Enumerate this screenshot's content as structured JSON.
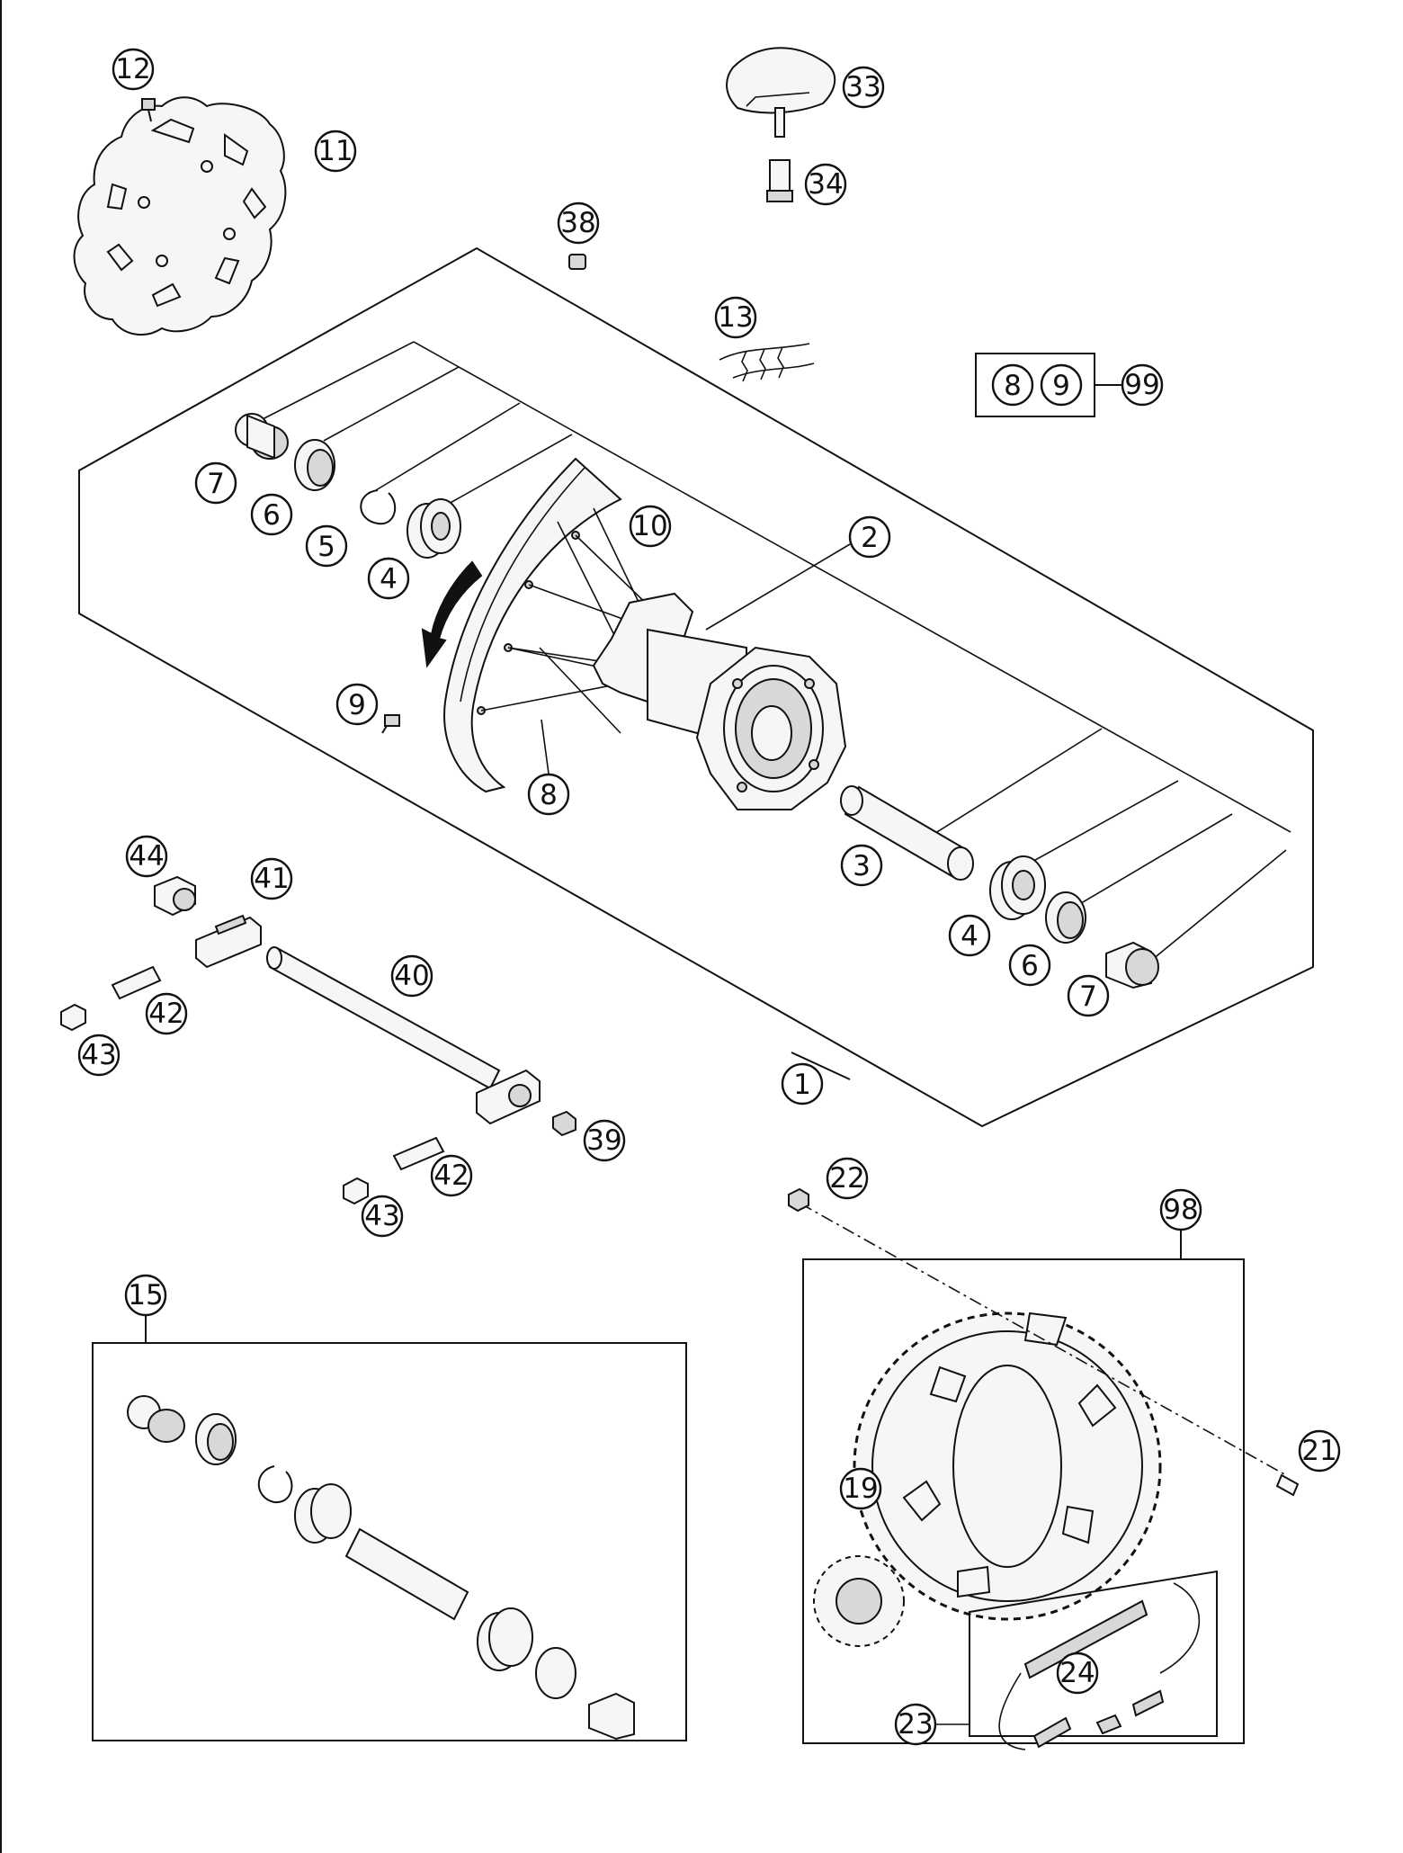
{
  "diagram": {
    "labels": {
      "p1": "1",
      "p2": "2",
      "p3": "3",
      "p4a": "4",
      "p4b": "4",
      "p5": "5",
      "p6a": "6",
      "p6b": "6",
      "p7a": "7",
      "p7b": "7",
      "p8a": "8",
      "p8b": "8",
      "p9a": "9",
      "p9b": "9",
      "p10": "10",
      "p11": "11",
      "p12": "12",
      "p13": "13",
      "p15": "15",
      "p19": "19",
      "p21": "21",
      "p22": "22",
      "p23": "23",
      "p24": "24",
      "p33": "33",
      "p34": "34",
      "p38": "38",
      "p39": "39",
      "p40": "40",
      "p41": "41",
      "p42a": "42",
      "p42b": "42",
      "p43a": "43",
      "p43b": "43",
      "p44": "44",
      "p98": "98",
      "p99": "99"
    }
  }
}
